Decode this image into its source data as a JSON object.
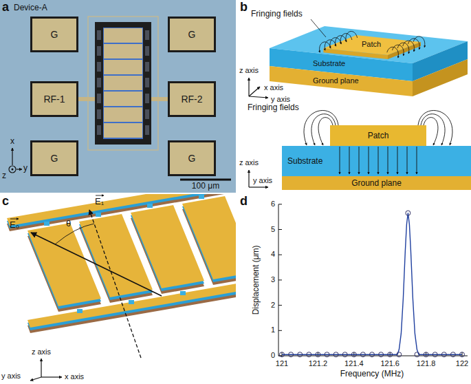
{
  "diagram": {
    "nodes": [
      {
        "text": [
          "G"
        ]
      },
      {
        "text": [
          "G"
        ]
      },
      {
        "text": [
          "RF-1"
        ]
      },
      {
        "text": [
          "RF-2"
        ]
      },
      {
        "text": [
          "G"
        ]
      },
      {
        "text": [
          "G"
        ]
      },
      {
        "text": [
          "Patch"
        ]
      },
      {
        "text": [
          "Substrate"
        ]
      },
      {
        "text": [
          "Ground plane"
        ]
      }
    ],
    "labels": [
      "a",
      "Device-A",
      "x",
      "y",
      "z",
      "100 μm",
      "b",
      "Fringing fields",
      "Patch",
      "Substrate",
      "Ground plane",
      "z axis",
      "x axis",
      "y axis",
      "Fringing fields",
      "z axis",
      "y axis",
      "c",
      "E₀",
      "θ",
      "E₁",
      "z axis",
      "y axis",
      "x axis",
      "d",
      "6",
      "5",
      "4",
      "3",
      "2",
      "1",
      "0",
      "121",
      "121.2",
      "121.4",
      "121.6",
      "121.8",
      "122",
      "Displacement (μm)",
      "Frequency (MHz)"
    ]
  }
}
